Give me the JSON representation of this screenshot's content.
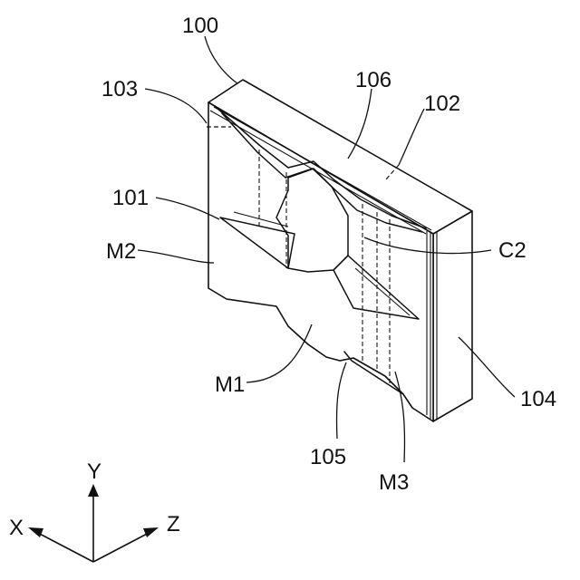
{
  "labels": {
    "ref_100": "100",
    "ref_103": "103",
    "ref_106": "106",
    "ref_102": "102",
    "ref_101": "101",
    "ref_m2": "M2",
    "ref_c2": "C2",
    "ref_m1": "M1",
    "ref_104": "104",
    "ref_105": "105",
    "ref_m3": "M3"
  },
  "axes": {
    "y": "Y",
    "x": "X",
    "z": "Z"
  }
}
